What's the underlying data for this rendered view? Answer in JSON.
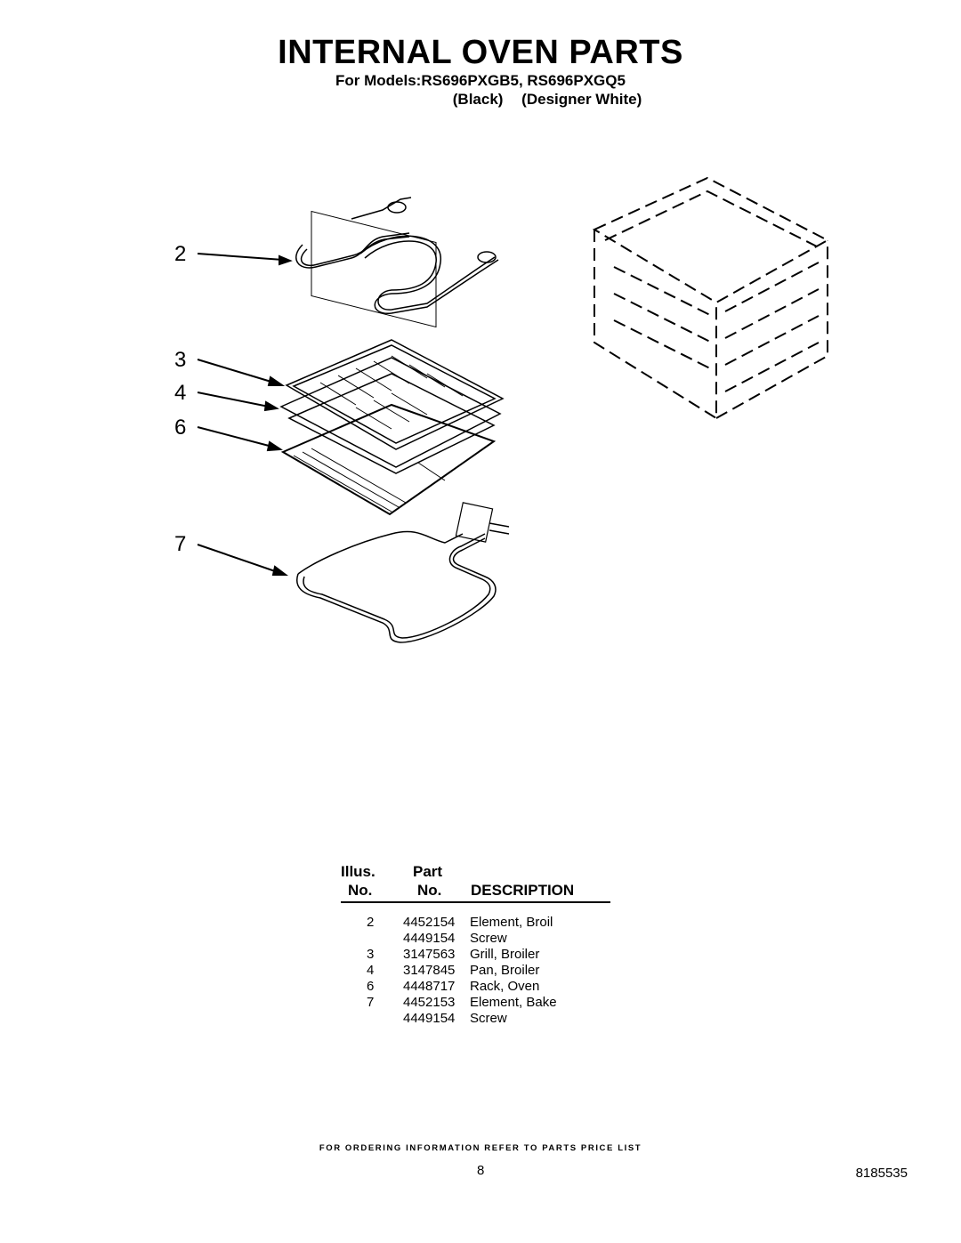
{
  "header": {
    "title": "INTERNAL OVEN PARTS",
    "models_line": "For Models:RS696PXGB5, RS696PXGQ5",
    "color_black": "(Black)",
    "color_white": "(Designer White)"
  },
  "callouts": [
    "2",
    "3",
    "4",
    "6",
    "7"
  ],
  "parts_table": {
    "headers": {
      "illus_top": "Illus.",
      "illus_bottom": "No.",
      "part_top": "Part",
      "part_bottom": "No.",
      "description": "DESCRIPTION"
    },
    "rows": [
      {
        "illus": "2",
        "part": "4452154",
        "description": "Element, Broil"
      },
      {
        "illus": "",
        "part": "4449154",
        "description": "Screw"
      },
      {
        "illus": "3",
        "part": "3147563",
        "description": "Grill, Broiler"
      },
      {
        "illus": "4",
        "part": "3147845",
        "description": "Pan, Broiler"
      },
      {
        "illus": "6",
        "part": "4448717",
        "description": "Rack, Oven"
      },
      {
        "illus": "7",
        "part": "4452153",
        "description": "Element, Bake"
      },
      {
        "illus": "",
        "part": "4449154",
        "description": "Screw"
      }
    ]
  },
  "footer": {
    "ordering_note": "FOR ORDERING INFORMATION REFER TO PARTS PRICE LIST",
    "page_number": "8",
    "doc_number": "8185535"
  }
}
